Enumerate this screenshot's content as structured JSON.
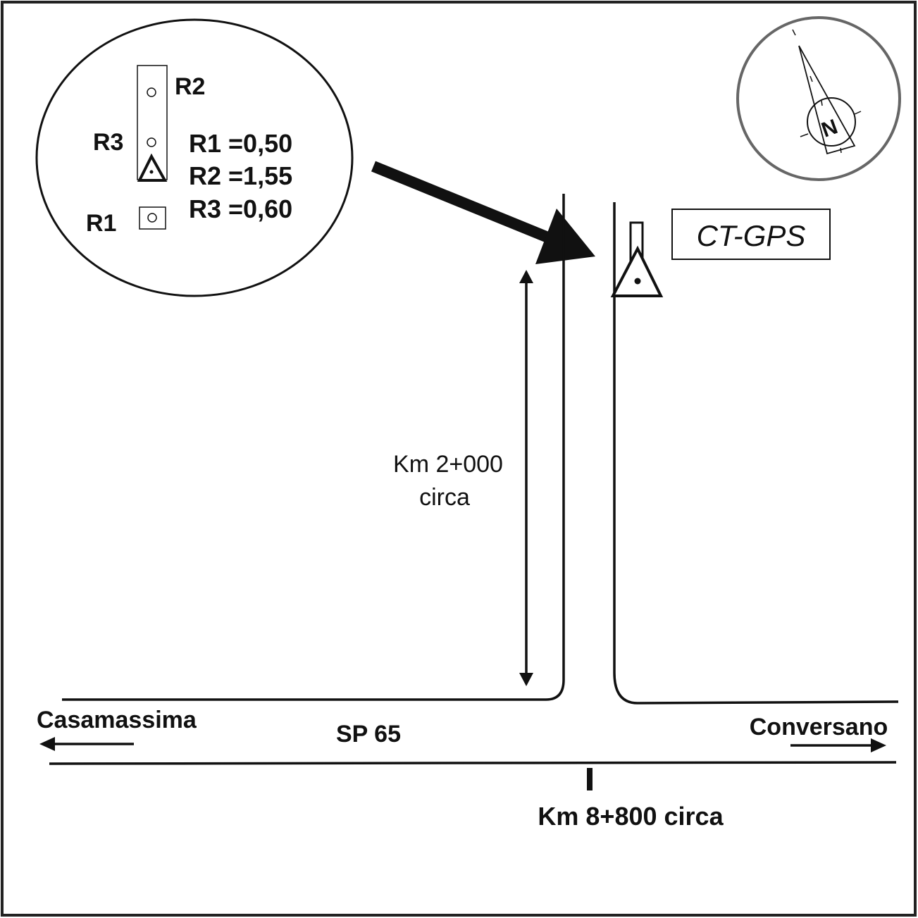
{
  "inset": {
    "labels": {
      "r2": "R2",
      "r3": "R3",
      "r1": "R1"
    },
    "values": [
      {
        "text": "R1 =0,50"
      },
      {
        "text": "R2 =1,55"
      },
      {
        "text": "R3 =0,60"
      }
    ]
  },
  "station": {
    "label": "CT-GPS"
  },
  "compass": {
    "letter": "N"
  },
  "distance": {
    "line1": "Km 2+000",
    "line2": "circa"
  },
  "road": {
    "name": "SP 65",
    "left_destination": "Casamassima",
    "right_destination": "Conversano",
    "km_marker": "Km 8+800 circa"
  },
  "colors": {
    "ink": "#111111",
    "compass_ring": "#666666",
    "frame": "#222222"
  }
}
